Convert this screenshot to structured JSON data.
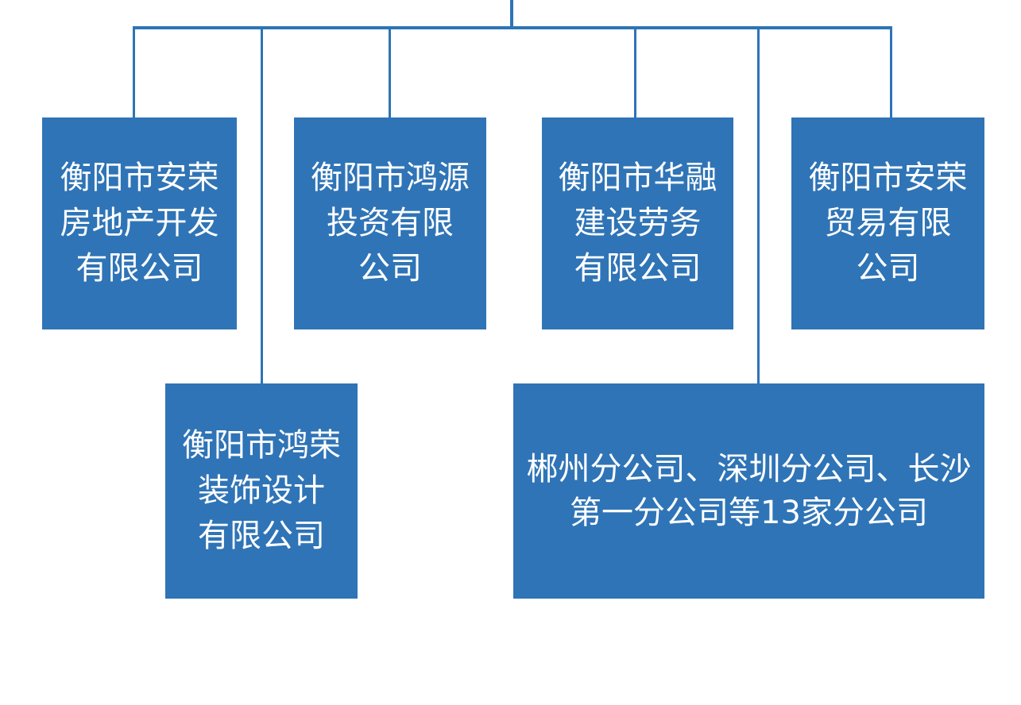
{
  "diagram": {
    "type": "org-chart",
    "colors": {
      "background": "#FFFFFF",
      "box_fill": "#2F74B6",
      "connector": "#2E74B5",
      "text": "#FFFFFF"
    },
    "nodes": [
      {
        "label": "衡阳市安荣房地产开发有限公司",
        "lines": [
          "衡阳市安荣",
          "房地产开发",
          "有限公司"
        ]
      },
      {
        "label": "衡阳市鸿源投资有限公司",
        "lines": [
          "衡阳市鸿源",
          "投资有限",
          "公司"
        ]
      },
      {
        "label": "衡阳市华融建设劳务有限公司",
        "lines": [
          "衡阳市华融",
          "建设劳务",
          "有限公司"
        ]
      },
      {
        "label": "衡阳市安荣贸易有限公司",
        "lines": [
          "衡阳市安荣",
          "贸易有限",
          "公司"
        ]
      },
      {
        "label": "衡阳市鸿荣装饰设计有限公司",
        "lines": [
          "衡阳市鸿荣",
          "装饰设计",
          "有限公司"
        ]
      },
      {
        "label": "郴州分公司、深圳分公司、长沙第一分公司等13家分公司",
        "lines": [
          "郴州分公司、深圳分公司、长沙",
          "第一分公司等13家分公司"
        ]
      }
    ]
  }
}
